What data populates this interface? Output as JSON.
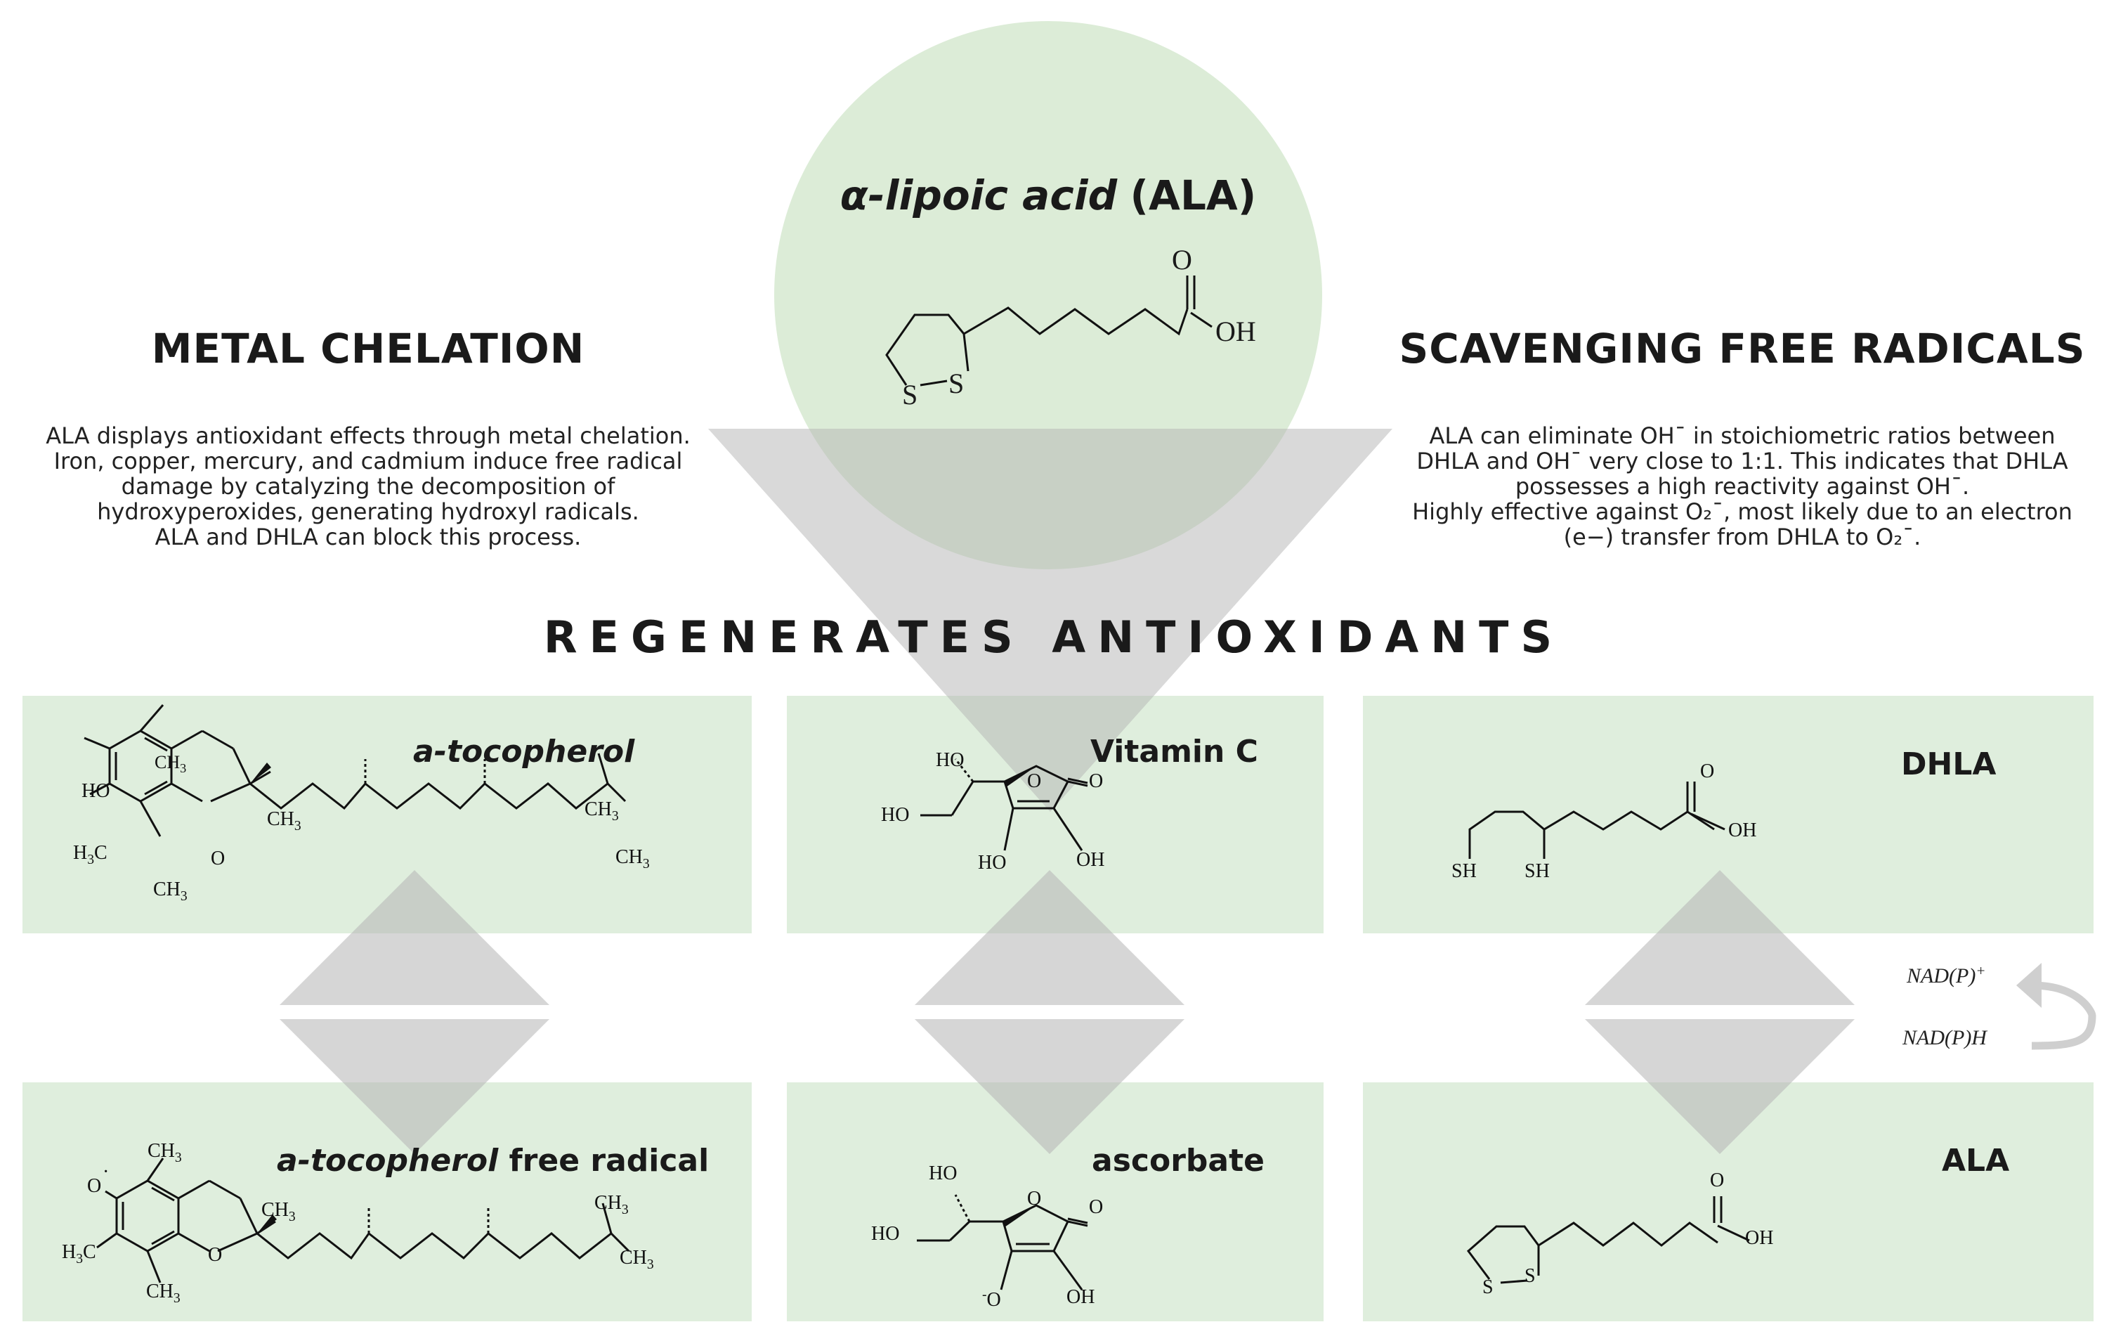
{
  "colors": {
    "panel_green": "#dfeedd",
    "circle_green": "#dcecd7",
    "arrow_gray": "#b4b4b4",
    "text": "#1a1a1a"
  },
  "top": {
    "compound_italic": "α-lipoic acid",
    "compound_abbrev": "(ALA)"
  },
  "metal_chelation": {
    "title": "METAL CHELATION",
    "lines": [
      "ALA displays antioxidant effects through metal chelation.",
      "Iron, copper, mercury, and cadmium induce free radical",
      "damage by catalyzing the decomposition of",
      "hydroxyperoxides, generating hydroxyl radicals.",
      "ALA and DHLA can block this process."
    ]
  },
  "scavenging": {
    "title": "SCAVENGING  FREE RADICALS",
    "lines": [
      "ALA can eliminate OH¯ in stoichiometric ratios between",
      "DHLA and OH¯ very close to 1:1. This indicates that DHLA",
      "possesses a high reactivity against OH¯.",
      "Highly effective against O₂¯, most likely due to an electron",
      "(e−) transfer from DHLA to O₂¯."
    ]
  },
  "banner": "REGENERATES ANTIOXIDANTS",
  "panels": {
    "tocopherol": "a-tocopherol",
    "tocopherol_radical_italic": "a-tocopherol",
    "tocopherol_radical_rest": " free radical",
    "vitamin_c": "Vitamin C",
    "ascorbate": "ascorbate",
    "dhla": "DHLA",
    "ala": "ALA"
  },
  "cofactor": {
    "oxidized": "NAD(P)",
    "oxidized_charge": "+",
    "reduced": "NAD(P)H"
  },
  "atoms": {
    "S": "S",
    "O": "O",
    "OH": "OH",
    "HO": "HO",
    "SH": "SH",
    "CH": "CH",
    "H": "H",
    "C": "C",
    "three": "3",
    "radical_O": "O",
    "dot": "·",
    "minus": "-"
  },
  "icons": {
    "cycle_arrow": "curved-return-arrow-icon"
  }
}
